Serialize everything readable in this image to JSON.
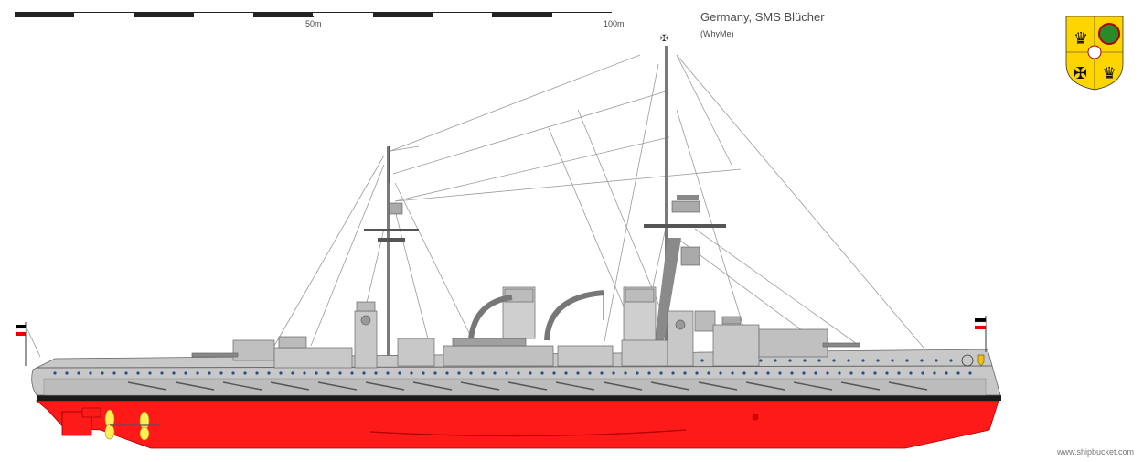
{
  "scale": {
    "label_50": "50m",
    "label_100": "100m",
    "segments": 10
  },
  "title": "Germany, SMS Blücher",
  "author": "(WhyMe)",
  "watermark": "www.shipbucket.com",
  "colors": {
    "hull_grey": "#c8c8c8",
    "hull_dark": "#9a9a9a",
    "underwater_red": "#ff1a1a",
    "boot_black": "#1a1a1a",
    "propeller_yellow": "#ffee55",
    "porthole_blue": "#2a4a8a",
    "line_grey": "#8a8a8a"
  },
  "emblem": {
    "name": "coat-of-arms"
  }
}
